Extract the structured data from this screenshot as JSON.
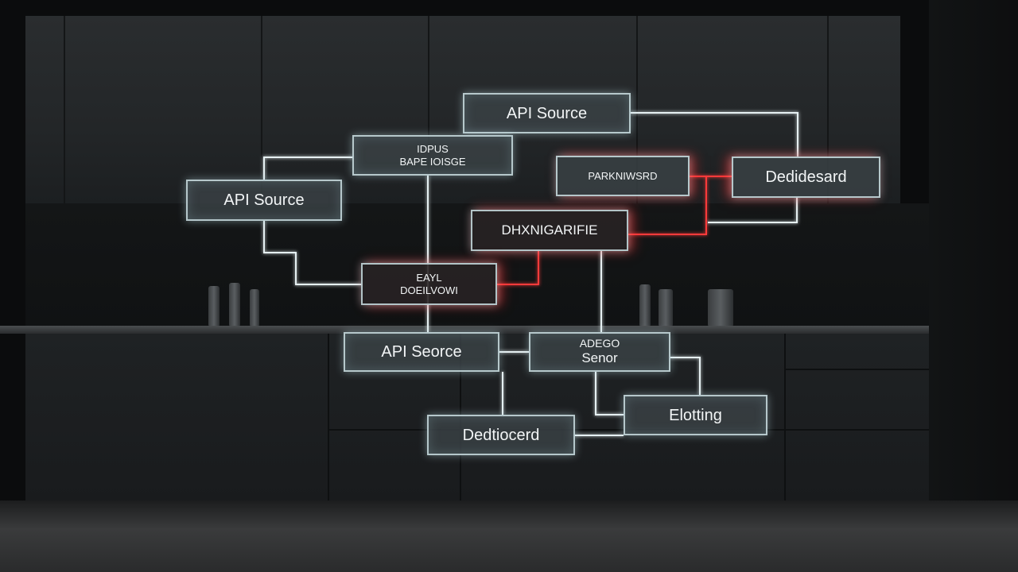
{
  "diagram": {
    "nodes": {
      "api_source_top": "API Source",
      "top_stack_line1": "IDPUS",
      "top_stack_line2": "BAPE IOISGE",
      "left_api_source": "API Source",
      "small_right_box": "PARKNIWSRD",
      "dashboard_right": "Dedidesard",
      "center_box": "DHXNIGARIFIE",
      "red_box_line1": "EAYL",
      "red_box_line2": "DOEILVOWI",
      "api_source_bottom": "API Seorce",
      "server_line1": "ADEGO",
      "server_line2": "Senor",
      "dashboard_bottom": "Dedtiocerd",
      "blotting": "Elotting"
    },
    "colors": {
      "link": "#e6f0f2",
      "link_red": "#ff3a3a",
      "node_border": "#cde1e4"
    }
  }
}
